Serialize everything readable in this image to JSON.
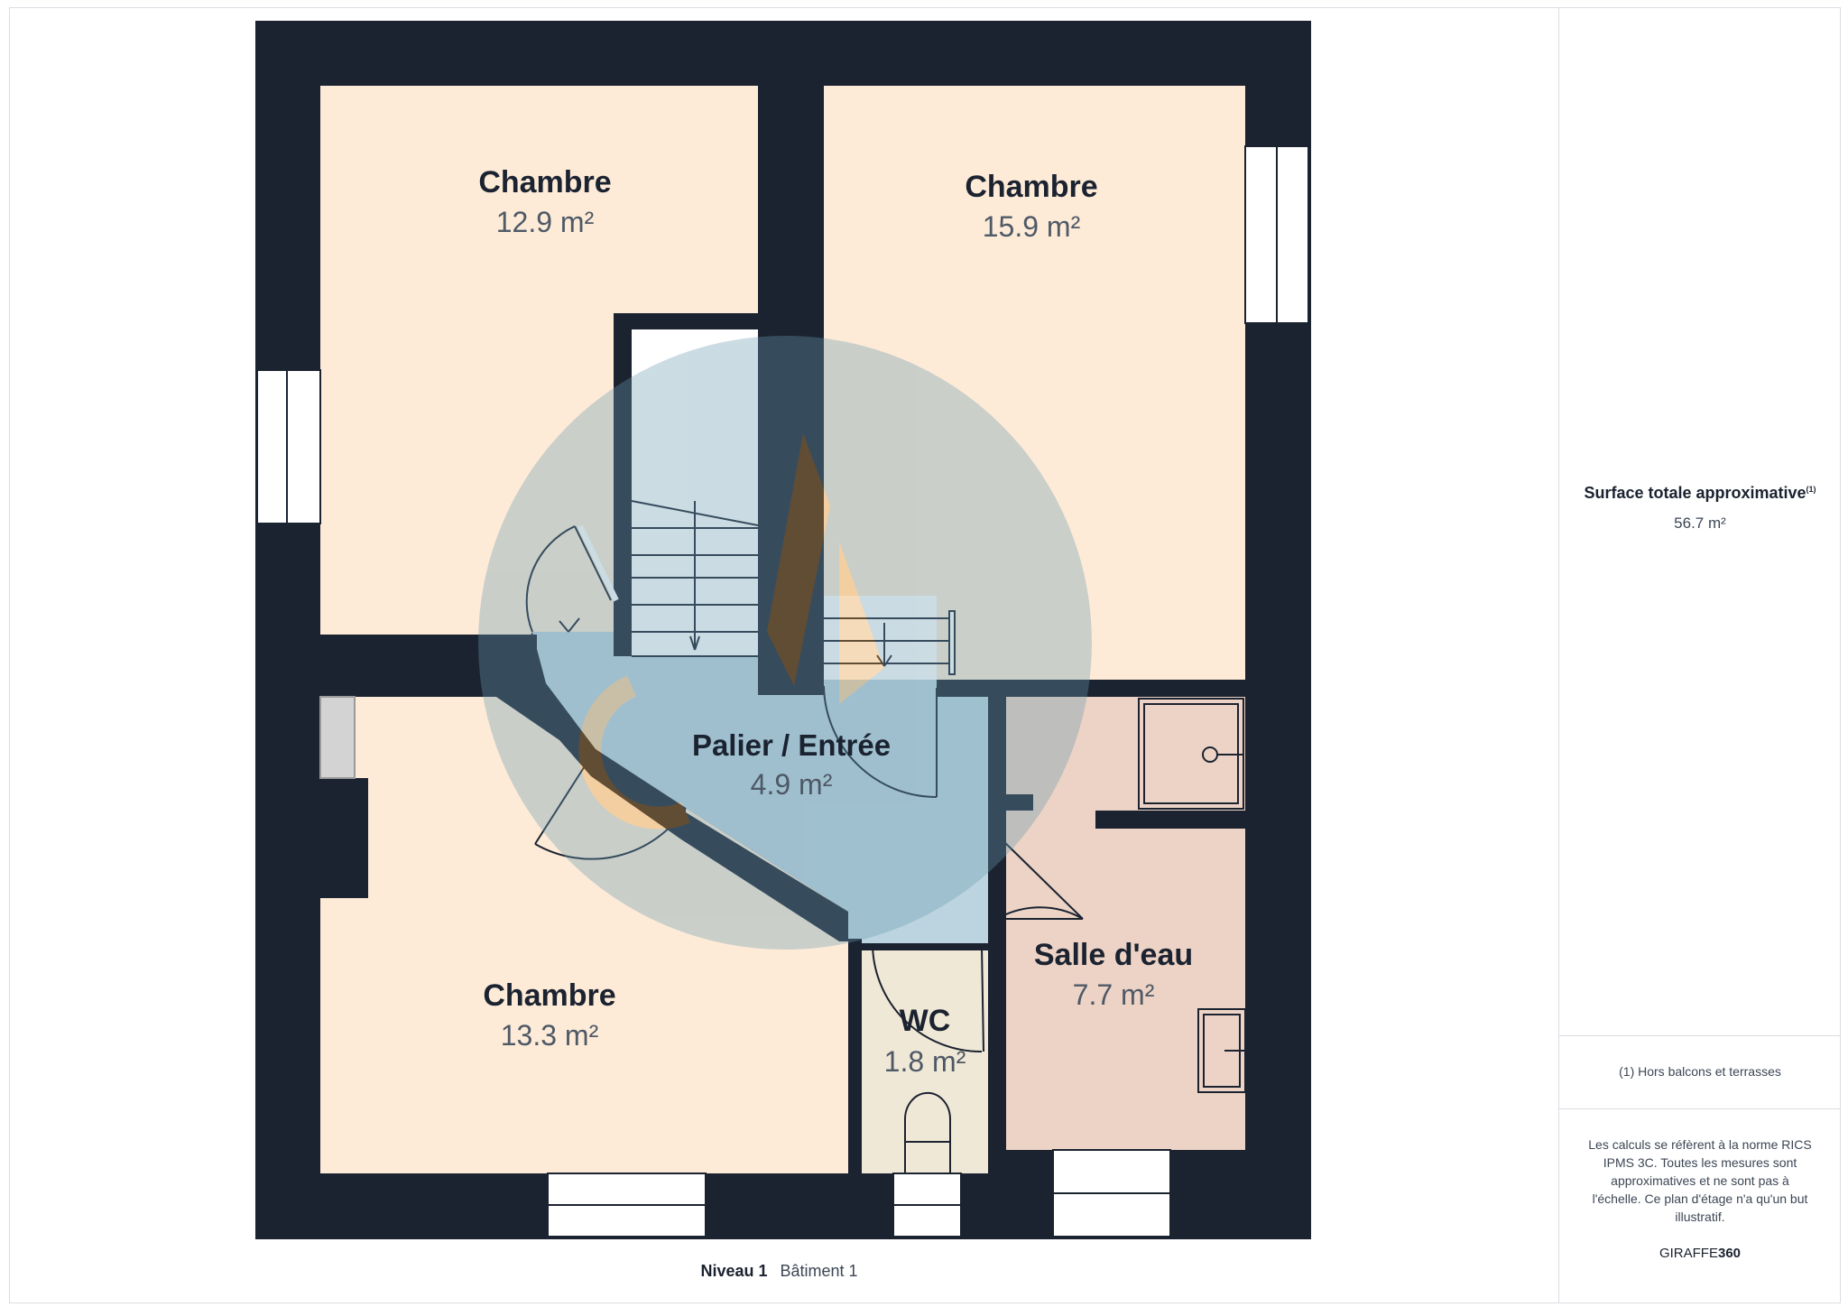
{
  "plan": {
    "rooms": [
      {
        "name": "Chambre",
        "area": "12.9 m²"
      },
      {
        "name": "Chambre",
        "area": "15.9 m²"
      },
      {
        "name": "Palier / Entrée",
        "area": "4.9 m²"
      },
      {
        "name": "Chambre",
        "area": "13.3 m²"
      },
      {
        "name": "WC",
        "area": "1.8 m²"
      },
      {
        "name": "Salle d'eau",
        "area": "7.7 m²"
      }
    ],
    "colors": {
      "wall": "#1b2230",
      "bedroom": "#fdebd8",
      "landing": "#bcd4e0",
      "wc": "#f0e8d6",
      "bathroom": "#ecd3c5",
      "watermark_blue": "#6a9ab0",
      "watermark_orange": "#e39a3c"
    }
  },
  "sidebar": {
    "total_label": "Surface totale approximative",
    "total_note_ref": "(1)",
    "total_value": "56.7 m²",
    "footnote": "(1) Hors balcons et terrasses",
    "disclaimer": "Les calculs se réfèrent à la norme RICS IPMS 3C. Toutes les mesures sont approximatives et ne sont pas à l'échelle. Ce plan d'étage n'a qu'un but illustratif.",
    "brand_prefix": "GIRAFFE",
    "brand_suffix": "360"
  },
  "caption": {
    "level": "Niveau 1",
    "building": "Bâtiment 1"
  }
}
